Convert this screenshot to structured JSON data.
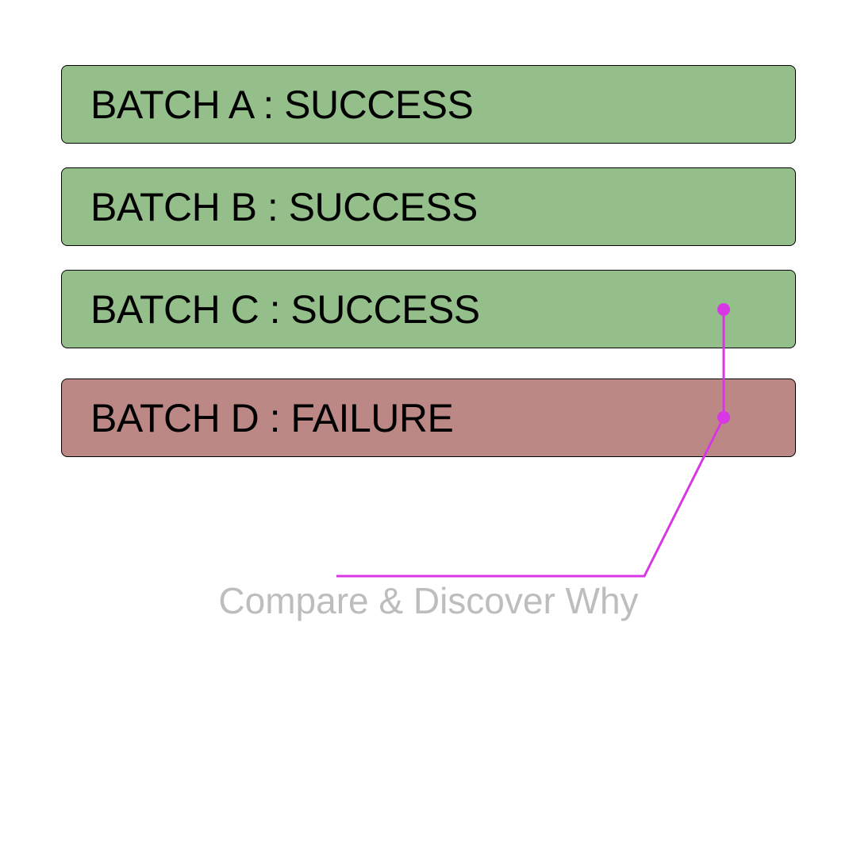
{
  "batches": [
    {
      "label": "BATCH A : SUCCESS",
      "status": "success"
    },
    {
      "label": "BATCH B : SUCCESS",
      "status": "success"
    },
    {
      "label": "BATCH C : SUCCESS",
      "status": "success"
    },
    {
      "label": "BATCH D : FAILURE",
      "status": "failure"
    }
  ],
  "caption": "Compare & Discover Why",
  "colors": {
    "success": "#95bf8a",
    "failure": "#bb8886",
    "connector": "#d936e6",
    "caption": "#bdbdbd"
  }
}
